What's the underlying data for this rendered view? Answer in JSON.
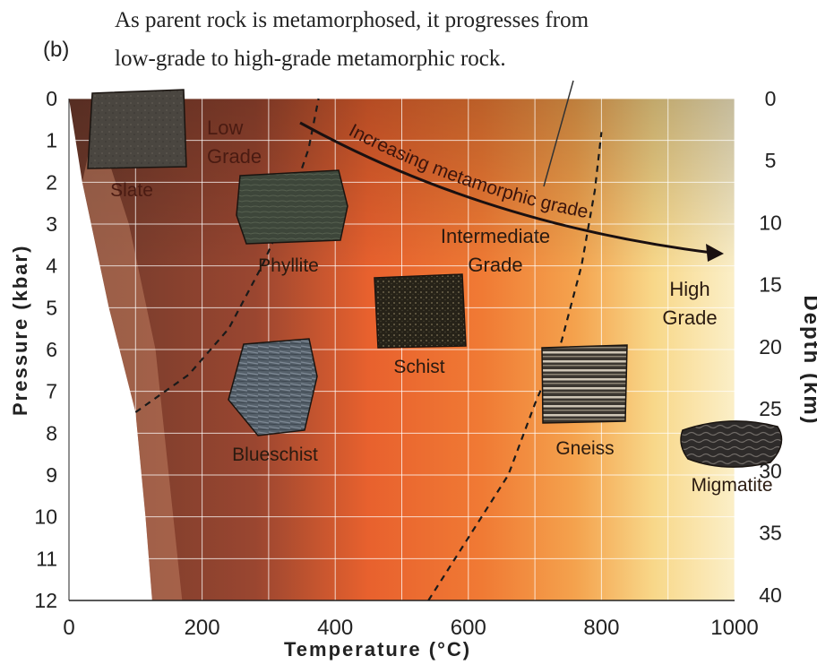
{
  "caption": {
    "part_label": "(b)",
    "line1": "As parent rock is metamorphosed, it progresses from",
    "line2": "low-grade to  high-grade metamorphic rock."
  },
  "axes": {
    "x_title": "Temperature (°C)",
    "y_left_title": "Pressure (kbar)",
    "y_right_title": "Depth (km)",
    "x_range": [
      0,
      1000
    ],
    "pressure_range": [
      0,
      12
    ],
    "x_ticks": [
      "0",
      "200",
      "400",
      "600",
      "800",
      "1000"
    ],
    "pressure_ticks": [
      "0",
      "1",
      "2",
      "3",
      "4",
      "5",
      "6",
      "7",
      "8",
      "9",
      "10",
      "11",
      "12"
    ],
    "depth_ticks": [
      "0",
      "5",
      "10",
      "15",
      "20",
      "25",
      "30",
      "35",
      "40"
    ],
    "grid": true
  },
  "zones": {
    "low": [
      "Low",
      "Grade"
    ],
    "intermediate": [
      "Intermediate",
      "Grade"
    ],
    "high": [
      "High",
      "Grade"
    ]
  },
  "arrow_label": "Increasing metamorphic grade",
  "rocks": [
    {
      "name": "Slate",
      "texture": "slate"
    },
    {
      "name": "Phyllite",
      "texture": "phyllite"
    },
    {
      "name": "Blueschist",
      "texture": "blueschist"
    },
    {
      "name": "Schist",
      "texture": "schist"
    },
    {
      "name": "Gneiss",
      "texture": "gneiss"
    },
    {
      "name": "Migmatite",
      "texture": "migmatite"
    }
  ],
  "colors": {
    "low_grade": "#6e3a2c",
    "mid_grade": "#e8612e",
    "high_grade": "#f8d88a",
    "far_high": "#fbefc8",
    "label_dark": "#4a1b12",
    "label_light": "#2a1a10",
    "no_metamorphism": "#ffffff"
  }
}
